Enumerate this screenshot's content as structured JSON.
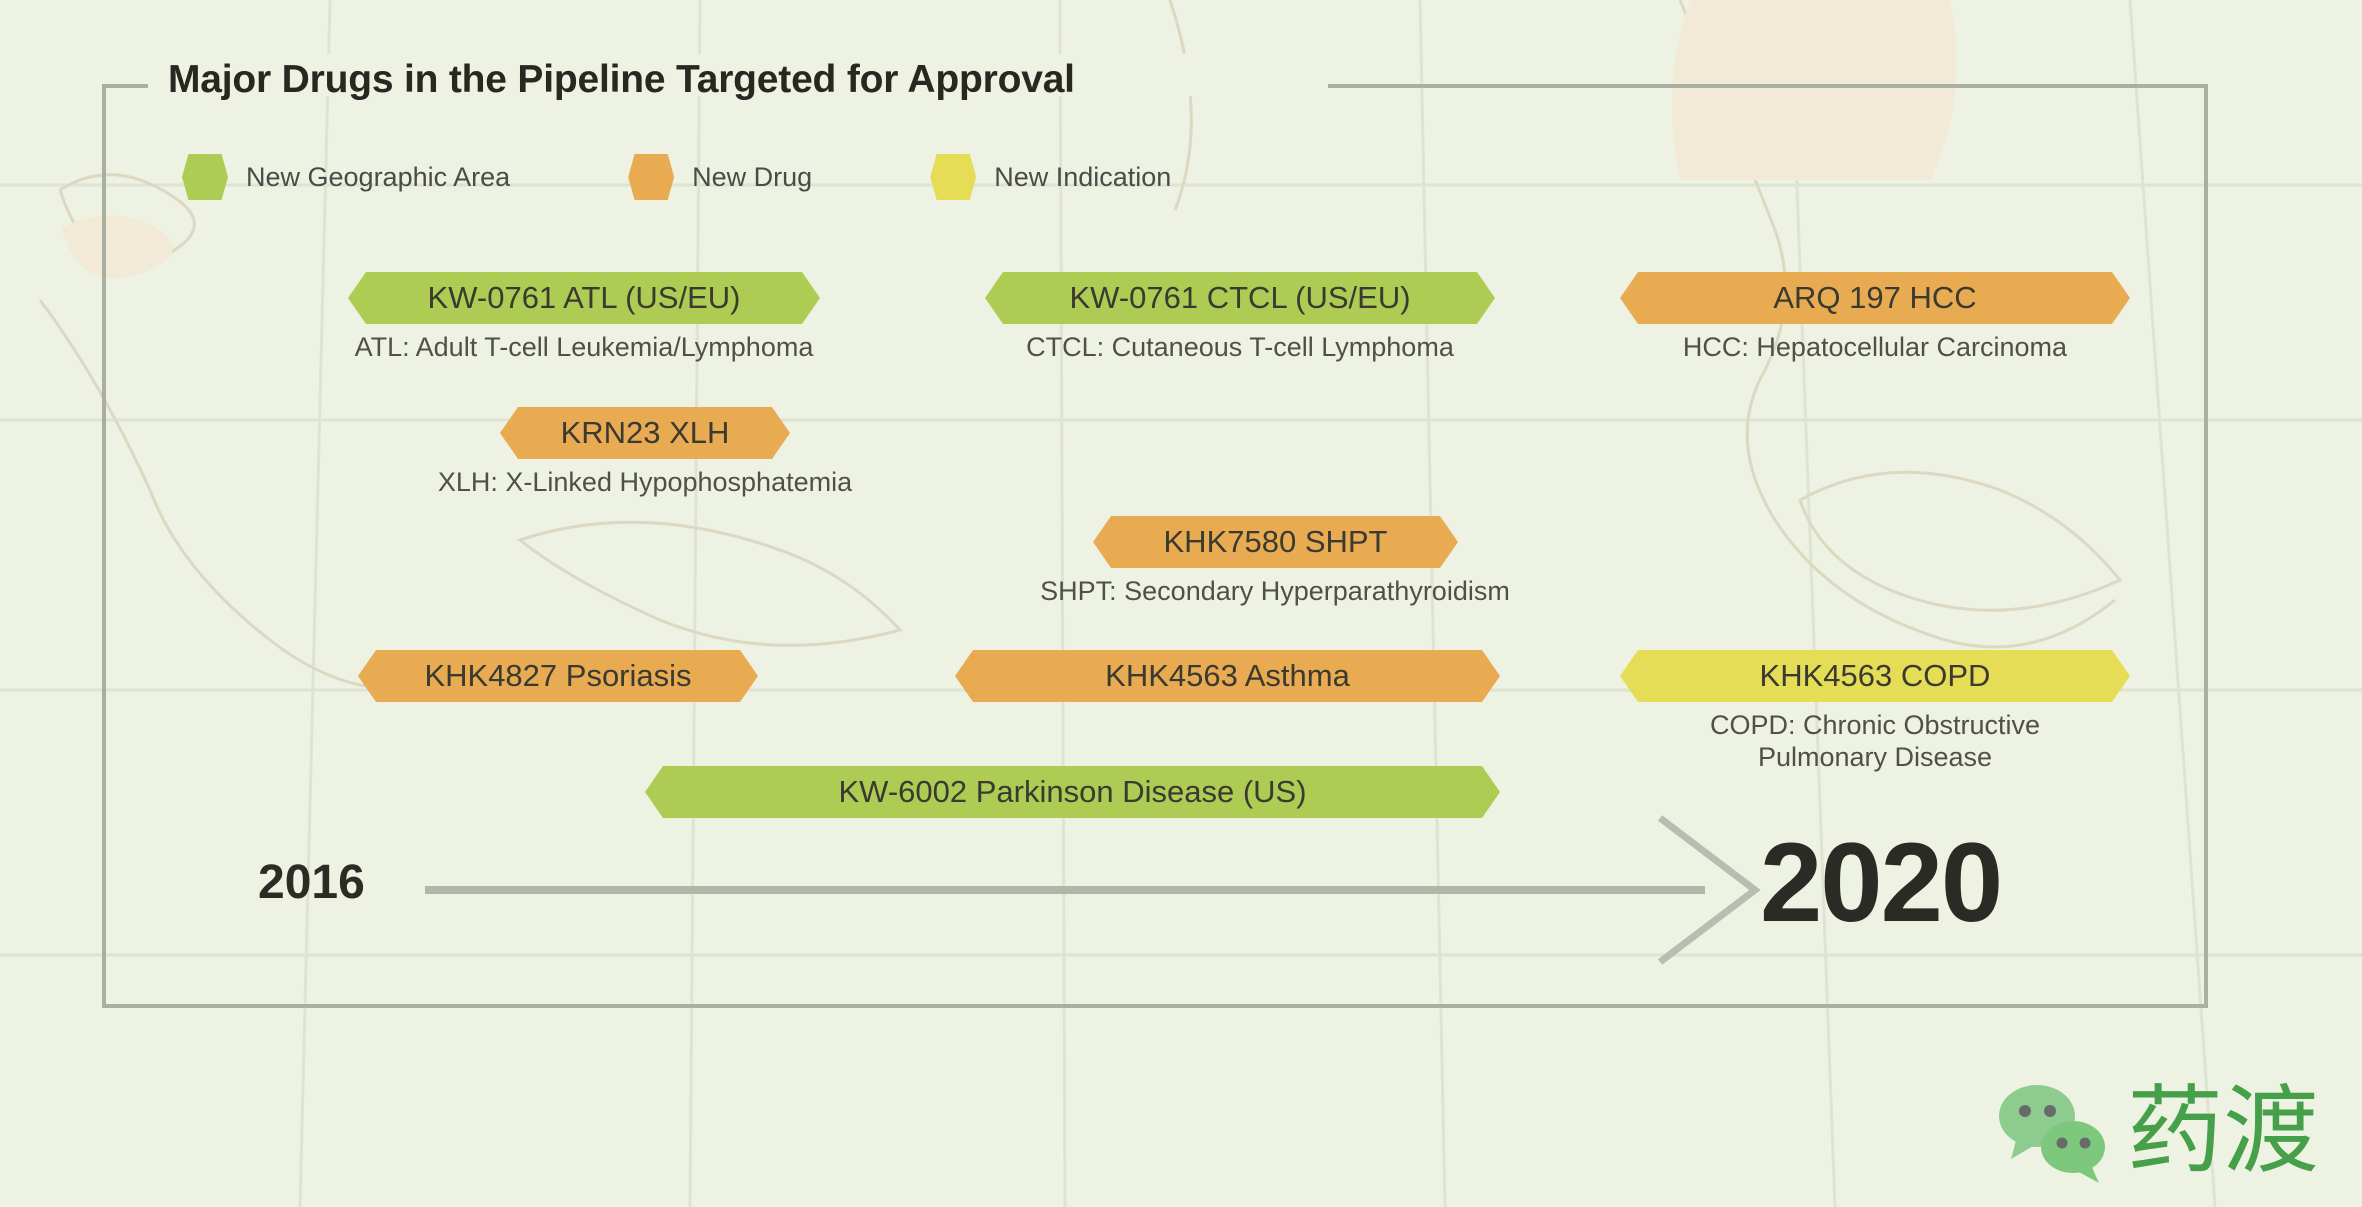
{
  "page": {
    "title": "Major Drugs in the Pipeline Targeted for Approval",
    "background_color": "#eef2e3",
    "frame_color": "#a9b0a0"
  },
  "legend": {
    "items": [
      {
        "label": "New Geographic Area",
        "color": "#aecb53",
        "key": "green"
      },
      {
        "label": "New Drug",
        "color": "#e8ab52",
        "key": "orange"
      },
      {
        "label": "New Indication",
        "color": "#e6dd57",
        "key": "yellow"
      }
    ]
  },
  "timeline": {
    "start_year": "2016",
    "end_year": "2020",
    "axis_color": "#b0b6a8"
  },
  "items": [
    {
      "pill": "KW-0761 ATL (US/EU)",
      "caption": "ATL: Adult T-cell Leukemia/Lymphoma",
      "color": "green"
    },
    {
      "pill": "KW-0761 CTCL (US/EU)",
      "caption": "CTCL: Cutaneous T-cell Lymphoma",
      "color": "green"
    },
    {
      "pill": "ARQ 197 HCC",
      "caption": "HCC: Hepatocellular Carcinoma",
      "color": "orange"
    },
    {
      "pill": "KRN23 XLH",
      "caption": "XLH: X-Linked Hypophosphatemia",
      "color": "orange"
    },
    {
      "pill": "KHK7580 SHPT",
      "caption": "SHPT: Secondary Hyperparathyroidism",
      "color": "orange"
    },
    {
      "pill": "KHK4827 Psoriasis",
      "caption": "",
      "color": "orange"
    },
    {
      "pill": "KHK4563 Asthma",
      "caption": "",
      "color": "orange"
    },
    {
      "pill": "KHK4563 COPD",
      "caption": "COPD: Chronic Obstructive\nPulmonary Disease",
      "color": "yellow"
    },
    {
      "pill": "KW-6002 Parkinson Disease (US)",
      "caption": "",
      "color": "green"
    }
  ],
  "branding": {
    "name": "药渡",
    "icon": "wechat-icon",
    "color": "#45a049"
  }
}
